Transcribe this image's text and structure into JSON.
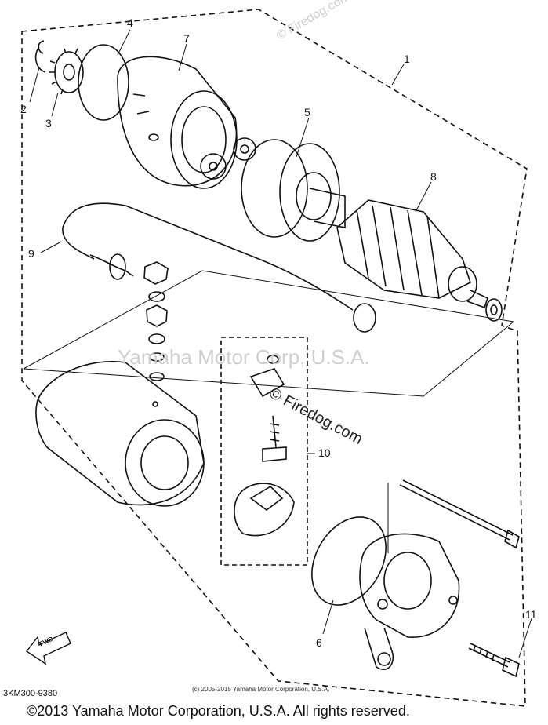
{
  "callouts": [
    "1",
    "2",
    "3",
    "4",
    "5",
    "6",
    "7",
    "8",
    "9",
    "10",
    "11"
  ],
  "fwd_label": "FWD",
  "diagram_code": "3KM300-9380",
  "watermarks": {
    "center": "Yamaha Motor Corp, U.S.A.",
    "firedog": "© Firedog.com",
    "corner": "© Firedog.com"
  },
  "small_copyright": "(c) 2005-2015 Yamaha Motor Corporation, U.S.A.",
  "footer_copyright": "©2013 Yamaha Motor Corporation, U.S.A. All rights reserved.",
  "colors": {
    "ink": "#111111",
    "watermark": "#cfcfcf",
    "paper": "#ffffff"
  }
}
